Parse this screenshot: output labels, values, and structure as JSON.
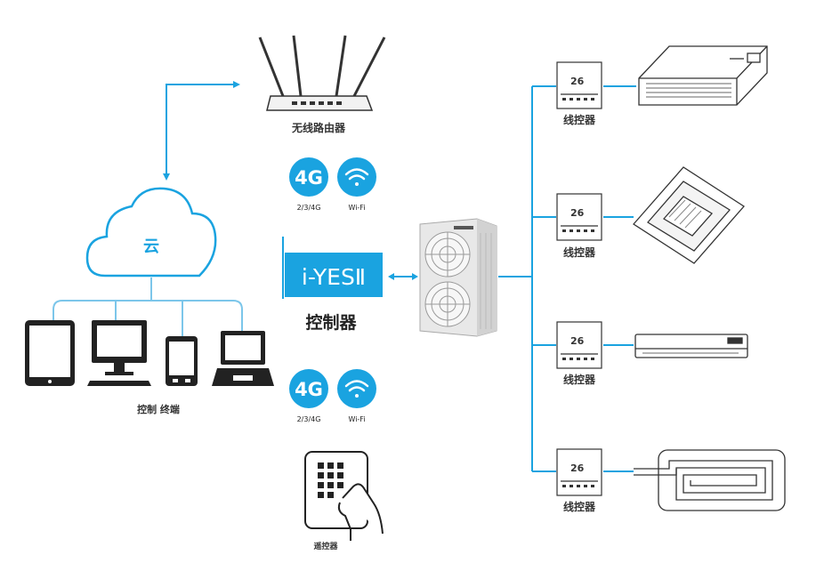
{
  "router": {
    "label": "无线路由器"
  },
  "cloud": {
    "label": "云"
  },
  "terminals": {
    "label": "控制 终端"
  },
  "controller": {
    "brand": "i-YESⅡ",
    "label": "控制器"
  },
  "remote": {
    "label": "遥控器"
  },
  "badges_top": {
    "net": "4G",
    "net_sub": "2/3/4G",
    "wifi_sub": "Wi-Fi"
  },
  "badges_bottom": {
    "net": "4G",
    "net_sub": "2/3/4G",
    "wifi_sub": "Wi-Fi"
  },
  "wire_controllers": [
    {
      "label": "线控器"
    },
    {
      "label": "线控器"
    },
    {
      "label": "线控器"
    },
    {
      "label": "线控器"
    }
  ],
  "colors": {
    "accent": "#1aa3e0",
    "dark": "#222222",
    "line_light": "#8fd0ee"
  }
}
